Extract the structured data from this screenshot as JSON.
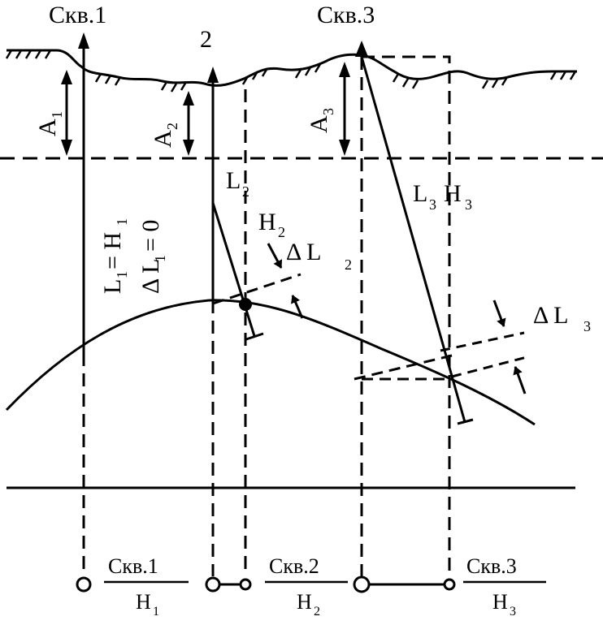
{
  "labels": {
    "well1_top": "Скв.1",
    "well2_top": "2",
    "well3_top": "Скв.3",
    "a1": "A",
    "a1_sub": "1",
    "a2": "A",
    "a2_sub": "2",
    "a3": "A",
    "a3_sub": "3",
    "l2": "L",
    "l2_sub": "2",
    "l3": "L",
    "l3_sub": "3",
    "h3": "H",
    "h3_sub": "3",
    "h2": "H",
    "h2_sub": "2",
    "dl2": "Δ L",
    "dl2_sub": "2",
    "dl3": "Δ L",
    "dl3_sub": "3",
    "l1_a": "L",
    "l1_a_sub": "1",
    "l1_b": "= H",
    "l1_b_sub": "1",
    "dl1_a": "Δ L",
    "dl1_a_sub": "1",
    "dl1_b": "= 0"
  },
  "legend": [
    {
      "num": "Скв.1",
      "den": "H",
      "den_sub": "1"
    },
    {
      "num": "Скв.2",
      "den": "H",
      "den_sub": "2"
    },
    {
      "num": "Скв.3",
      "den": "H",
      "den_sub": "3"
    }
  ]
}
